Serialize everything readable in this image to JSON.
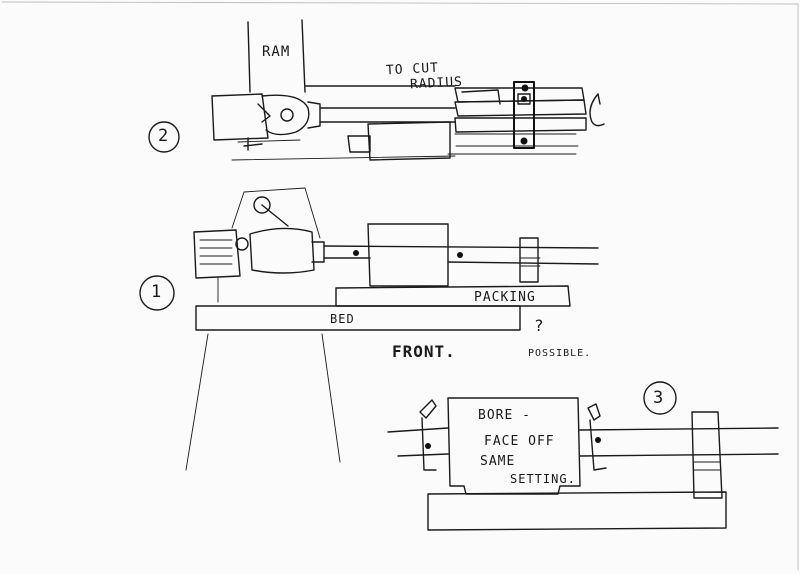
{
  "labels": {
    "ram": "RAM",
    "to_cut_radius_1": "TO CUT",
    "to_cut_radius_2": "RADIUS",
    "step_1": "1",
    "step_2": "2",
    "step_3": "3",
    "packing": "PACKING",
    "bed": "BED",
    "front": "FRONT.",
    "question": "?",
    "possible": "POSSIBLE.",
    "bore": "BORE -",
    "face_off": "FACE OFF",
    "same": "SAME",
    "setting": "SETTING."
  }
}
